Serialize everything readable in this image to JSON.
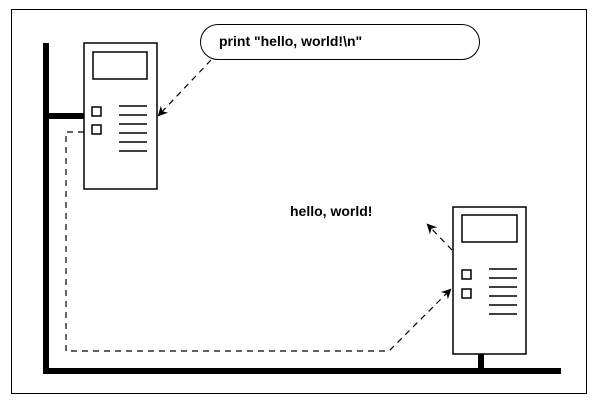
{
  "diagram": {
    "command_text": "print \"hello, world!\\n\"",
    "output_text": "hello, world!"
  },
  "colors": {
    "line": "#000000",
    "background": "#ffffff"
  },
  "icons": {
    "terminal": "computer-terminal-icon",
    "network": "network-bus-line",
    "arrow": "dashed-arrow"
  }
}
